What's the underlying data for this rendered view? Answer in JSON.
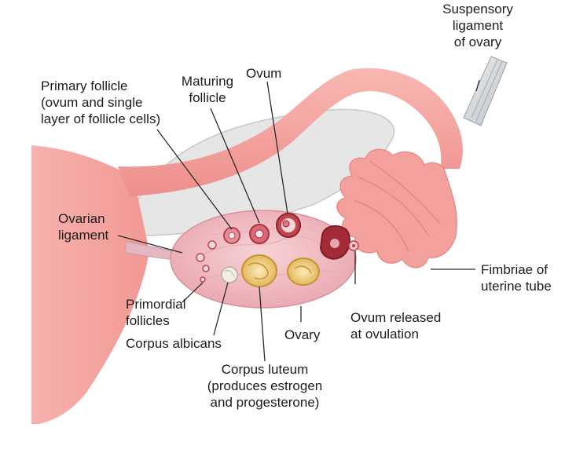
{
  "labels": {
    "suspensory": "Suspensory\nligament\nof ovary",
    "primary_follicle": "Primary follicle\n(ovum and single\nlayer of follicle cells)",
    "maturing_follicle": "Maturing\nfollicle",
    "ovum": "Ovum",
    "ovarian_ligament": "Ovarian\nligament",
    "fimbriae": "Fimbriae of\nuterine tube",
    "primordial": "Primordial\nfollicles",
    "corpus_albicans": "Corpus albicans",
    "ovary": "Ovary",
    "ovum_released": "Ovum released\nat ovulation",
    "corpus_luteum": "Corpus luteum\n(produces estrogen\nand progesterone)"
  },
  "colors": {
    "tissue": "#f5a3a0",
    "tissue_dark": "#e27d7c",
    "ovary": "#f2c0c4",
    "follicle": "#c0454f",
    "luteum": "#f1d58a",
    "albicans": "#ece6dc",
    "ligament": "#d9dcdf"
  }
}
